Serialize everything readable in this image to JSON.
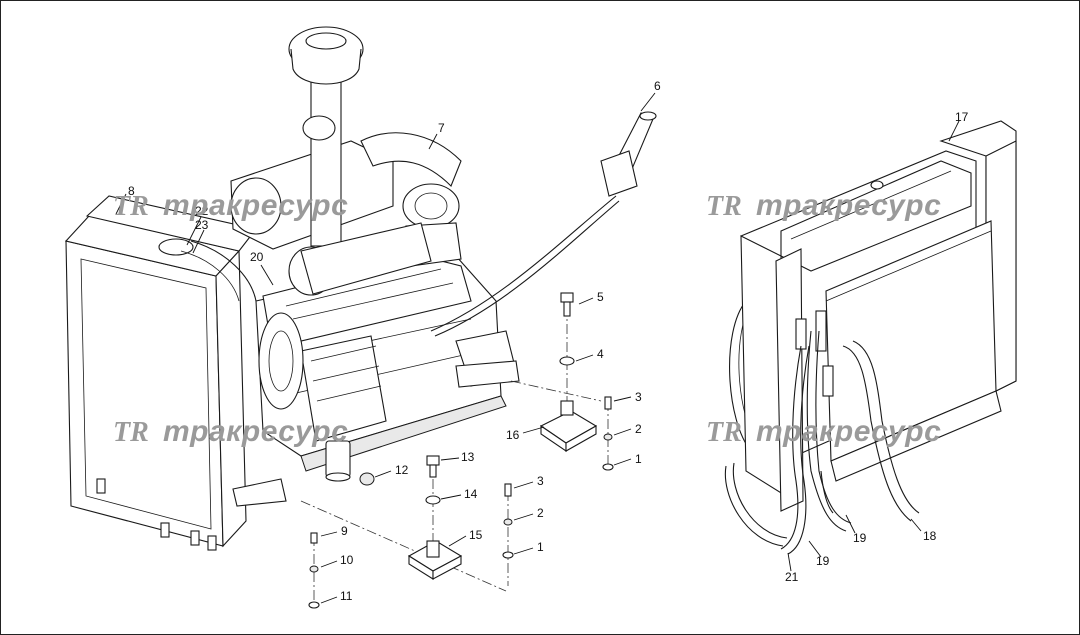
{
  "watermarks": [
    {
      "logo": "TR",
      "text": "тракресурс"
    },
    {
      "logo": "TR",
      "text": "тракресурс"
    },
    {
      "logo": "TR",
      "text": "тракресурс"
    },
    {
      "logo": "TR",
      "text": "тракресурс"
    }
  ],
  "callouts": {
    "c1a": "1",
    "c1b": "1",
    "c2a": "2",
    "c2b": "2",
    "c3a": "3",
    "c3b": "3",
    "c4": "4",
    "c5": "5",
    "c6": "6",
    "c7": "7",
    "c8": "8",
    "c9": "9",
    "c10": "10",
    "c11": "11",
    "c12": "12",
    "c13": "13",
    "c14": "14",
    "c15": "15",
    "c16": "16",
    "c17": "17",
    "c18": "18",
    "c19a": "19",
    "c19b": "19",
    "c20": "20",
    "c21": "21",
    "c22": "22",
    "c23": "23"
  }
}
